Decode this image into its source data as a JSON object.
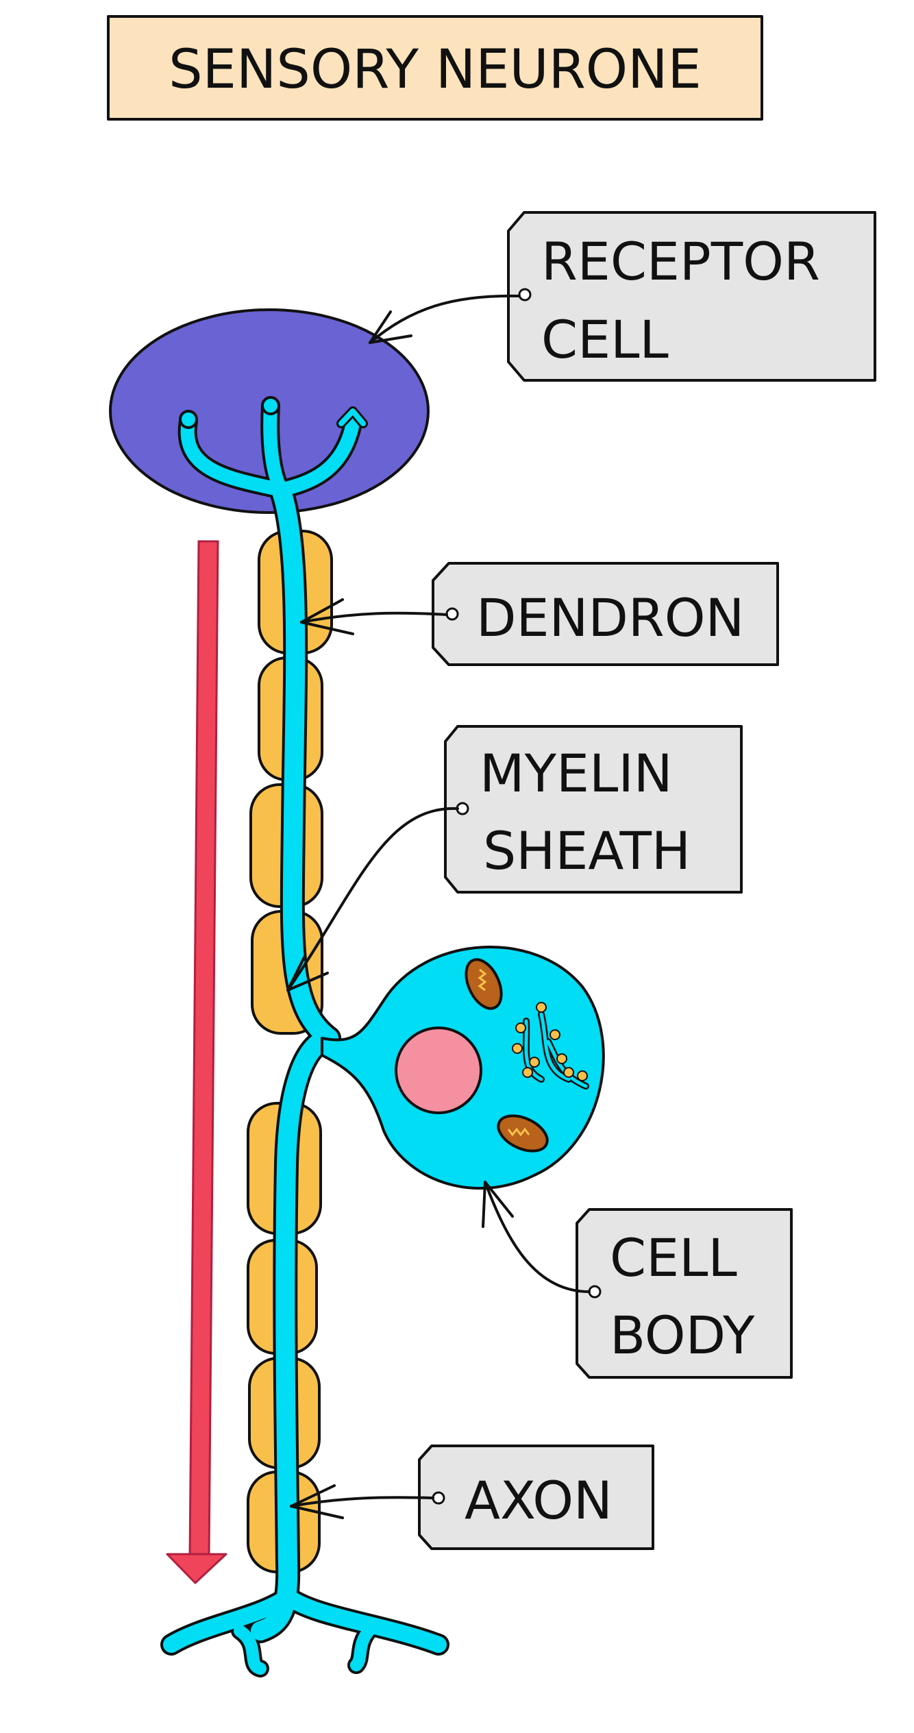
{
  "title": "SENSORY NEURONE",
  "labels": {
    "receptor_cell": [
      "RECEPTOR",
      "CELL"
    ],
    "dendron": [
      "DENDRON"
    ],
    "myelin_sheath": [
      "MYELIN",
      "SHEATH"
    ],
    "cell_body": [
      "CELL",
      "BODY"
    ],
    "axon": [
      "AXON"
    ]
  },
  "colors": {
    "title_box": "#FCE3BD",
    "label_box": "#E5E5E5",
    "receptor_cell": "#6A63D4",
    "neuron": "#00DDF5",
    "myelin": "#F8C04A",
    "nucleus": "#F590A0",
    "mitochondria": "#B8621B",
    "direction_arrow": "#F0445A"
  }
}
